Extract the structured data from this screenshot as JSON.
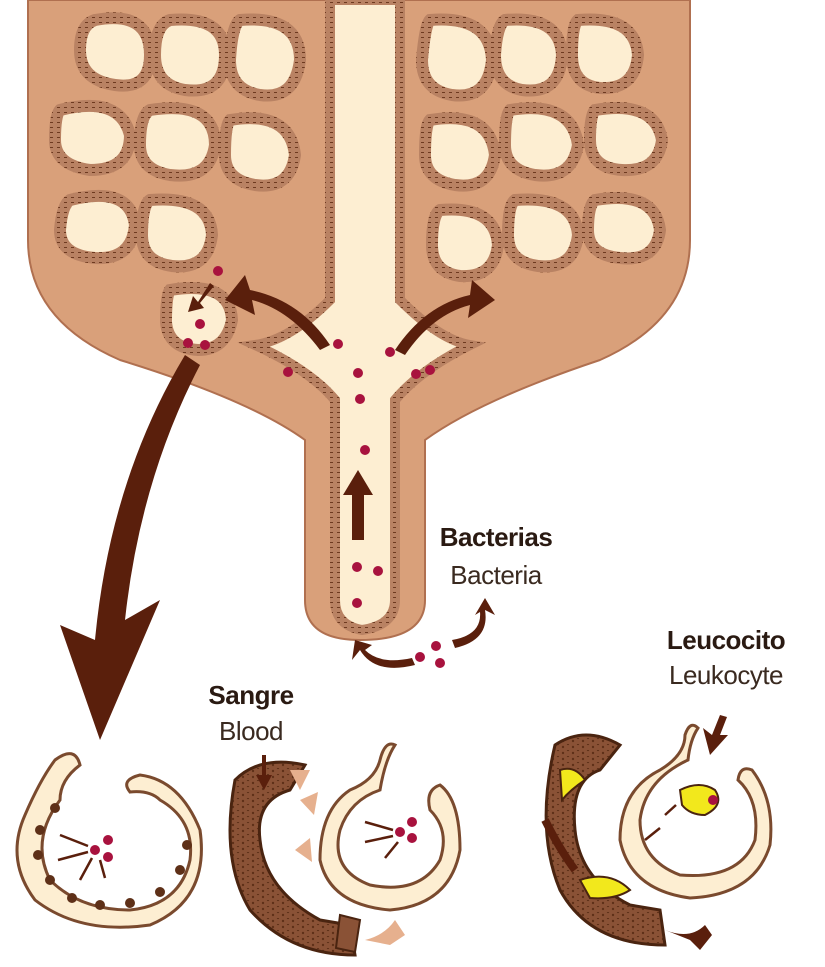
{
  "labels": {
    "bacteria_es": "Bacterias",
    "bacteria_en": "Bacteria",
    "blood_es": "Sangre",
    "blood_en": "Blood",
    "leukocyte_es": "Leucocito",
    "leukocyte_en": "Leukocyte"
  },
  "colors": {
    "tissue": "#d9a07a",
    "tissue_dark": "#a8603c",
    "lumen": "#fdeed2",
    "epithelium": "#b37a57",
    "bacteria": "#a8123e",
    "arrow": "#5a1f0c",
    "arrow_light": "#e6b08e",
    "leukocyte": "#f2e81c"
  }
}
